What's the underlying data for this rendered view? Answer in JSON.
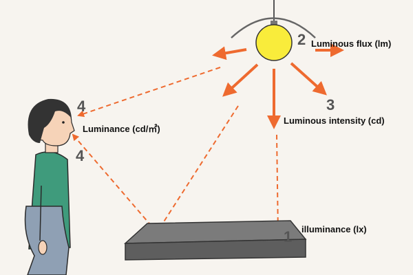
{
  "labels": {
    "luminous_flux": "Luminous flux (lm)",
    "luminous_intensity": "Luminous intensity (cd)",
    "luminance": "Luminance (cd/㎡)",
    "illuminance": "illuminance (lx)"
  },
  "numbers": {
    "illuminance": "1",
    "luminous_flux": "2",
    "luminous_intensity": "3",
    "luminance_top": "4",
    "luminance_bottom": "4"
  },
  "colors": {
    "ray": "#ee6a2f",
    "bulb": "#f9ec3b",
    "shirt": "#3f9b7c",
    "hair": "#333333",
    "skin": "#f6d3b8",
    "pants": "#8fa0b4",
    "surface": "#6a6a6a",
    "background": "#f7f4ef"
  },
  "icons": {
    "light_source": "light-bulb-icon",
    "observer": "person-icon"
  }
}
